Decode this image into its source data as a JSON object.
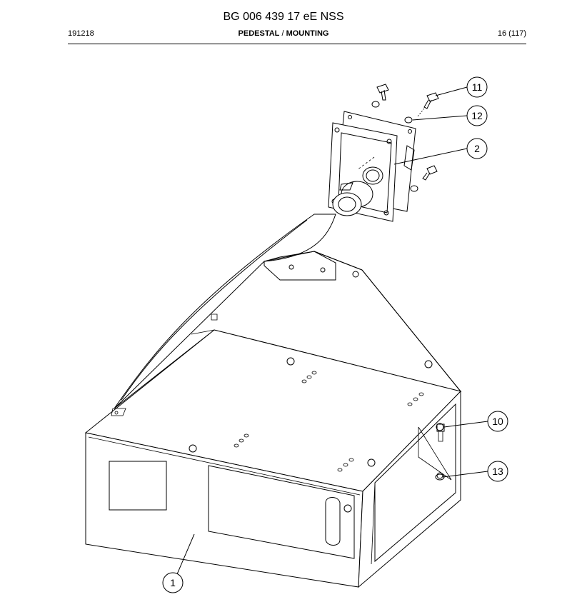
{
  "header": {
    "doc_number": "BG 006 439 17 eE NSS",
    "date_code": "191218",
    "section_part1": "PEDESTAL",
    "section_separator": " / ",
    "section_part2": "MOUNTING",
    "page": "16 (117)"
  },
  "callouts": [
    {
      "id": "callout-11",
      "label": "11"
    },
    {
      "id": "callout-12",
      "label": "12"
    },
    {
      "id": "callout-2",
      "label": "2"
    },
    {
      "id": "callout-10",
      "label": "10"
    },
    {
      "id": "callout-13",
      "label": "13"
    },
    {
      "id": "callout-1",
      "label": "1"
    }
  ]
}
